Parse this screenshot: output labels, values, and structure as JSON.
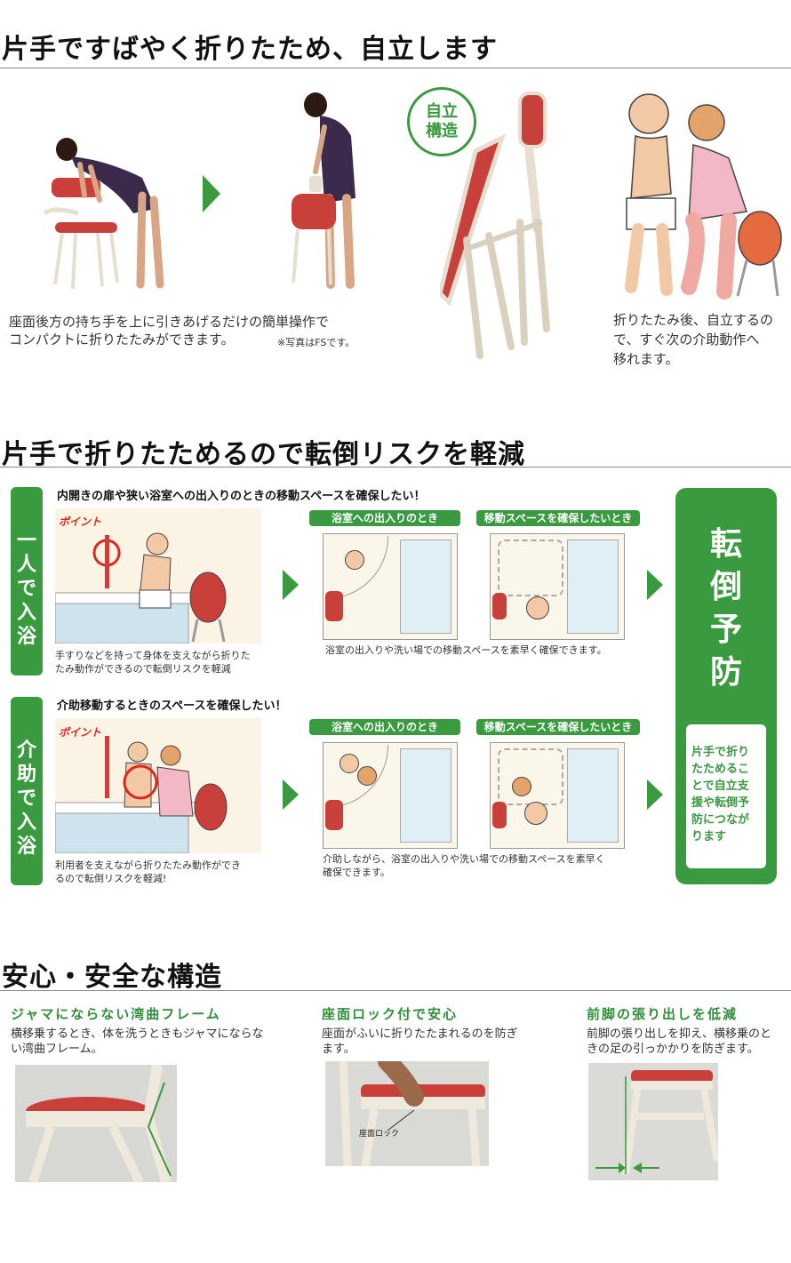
{
  "section1": {
    "heading": "片手ですばやく折りたため、自立します",
    "badge_line1": "自立",
    "badge_line2": "構造",
    "caption_left_line1": "座面後方の持ち手を上に引きあげるだけの簡単操作で",
    "caption_left_line2": "コンパクトに折りたたみができます。",
    "photo_note": "※写真はFSです。",
    "caption_right_line1": "折りたたみ後、自立するの",
    "caption_right_line2": "で、すぐ次の介助動作へ",
    "caption_right_line3": "移れます。"
  },
  "section2": {
    "heading": "片手で折りたためるので転倒リスクを軽減",
    "row1": {
      "tab": [
        "一",
        "人",
        "で",
        "入",
        "浴"
      ],
      "question": "内開きの扉や狭い浴室への出入りのときの移動スペースを確保したい！",
      "point_label": "ポイント",
      "left_caption_line1": "手すりなどを持って身体を支えながら折りた",
      "left_caption_line2": "たみ動作ができるので転倒リスクを軽減",
      "pill_a": "浴室への出入りのとき",
      "pill_b": "移動スペースを確保したいとき",
      "plan_caption": "浴室の出入りや洗い場での移動スペースを素早く確保できます。"
    },
    "row2": {
      "tab": [
        "介",
        "助",
        "で",
        "入",
        "浴"
      ],
      "question": "介助移動するときのスペースを確保したい！",
      "point_label": "ポイント",
      "left_caption_line1": "利用者を支えながら折りたたみ動作ができ",
      "left_caption_line2": "るので転倒リスクを軽減!",
      "pill_a": "浴室への出入りのとき",
      "pill_b": "移動スペースを確保したいとき",
      "plan_caption_line1": "介助しながら、浴室の出入りや洗い場での移動スペースを素早く",
      "plan_caption_line2": "確保できます。"
    },
    "result": {
      "big": [
        "転",
        "倒",
        "予",
        "防"
      ],
      "note_line1": "片手で折り",
      "note_line2": "たためるこ",
      "note_line3": "とで自立支",
      "note_line4": "援や転倒予",
      "note_line5": "防につなが",
      "note_line6": "ります"
    }
  },
  "section3": {
    "heading": "安心・安全な構造",
    "col1": {
      "title": "ジャマにならない湾曲フレーム",
      "line1": "横移乗するとき、体を洗うときもジャマにならな",
      "line2": "い湾曲フレーム。"
    },
    "col2": {
      "title": "座面ロック付で安心",
      "line1": "座面がふいに折りたたまれるのを防ぎ",
      "line2": "ます。",
      "lock_label": "座面ロック"
    },
    "col3": {
      "title": "前脚の張り出しを低減",
      "line1": "前脚の張り出しを抑え、横移乗のと",
      "line2": "きの足の引っかかりを防ぎます。"
    }
  },
  "colors": {
    "green": "#3a9a3f",
    "seat_red": "#c9403a",
    "frame": "#efe9dc"
  }
}
